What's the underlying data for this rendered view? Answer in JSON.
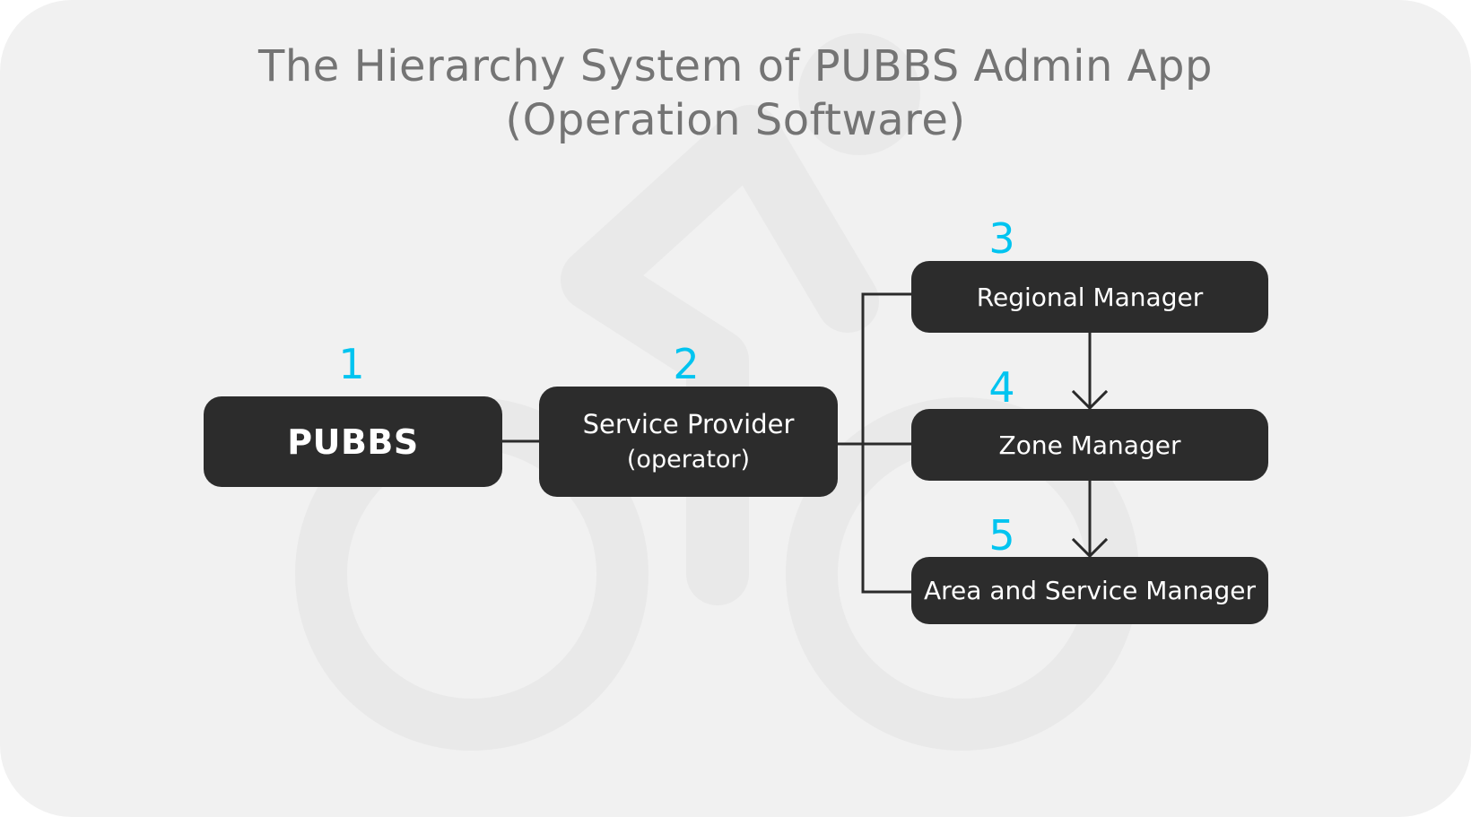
{
  "title": {
    "line1": "The Hierarchy System of PUBBS Admin App",
    "line2": "(Operation Software)"
  },
  "nodes": [
    {
      "id": "pubbs",
      "number": "1",
      "label": "PUBBS",
      "sublabel": ""
    },
    {
      "id": "service-provider",
      "number": "2",
      "label": "Service Provider",
      "sublabel": "(operator)"
    },
    {
      "id": "regional-manager",
      "number": "3",
      "label": "Regional Manager",
      "sublabel": ""
    },
    {
      "id": "zone-manager",
      "number": "4",
      "label": "Zone Manager",
      "sublabel": ""
    },
    {
      "id": "area-service-manager",
      "number": "5",
      "label": "Area and Service Manager",
      "sublabel": ""
    }
  ],
  "edges": [
    {
      "from": "pubbs",
      "to": "service-provider",
      "style": "line"
    },
    {
      "from": "service-provider",
      "to": "regional-manager",
      "style": "line"
    },
    {
      "from": "service-provider",
      "to": "zone-manager",
      "style": "line"
    },
    {
      "from": "service-provider",
      "to": "area-service-manager",
      "style": "line"
    },
    {
      "from": "regional-manager",
      "to": "zone-manager",
      "style": "arrow"
    },
    {
      "from": "zone-manager",
      "to": "area-service-manager",
      "style": "arrow"
    }
  ],
  "colors": {
    "background": "#f1f1f1",
    "watermark": "#e9e9e9",
    "box": "#2c2c2c",
    "box_text": "#ffffff",
    "title_text": "#747474",
    "number_accent": "#00c4f0",
    "connector": "#2a2a2a"
  },
  "watermark_icon": "bicycle-icon"
}
